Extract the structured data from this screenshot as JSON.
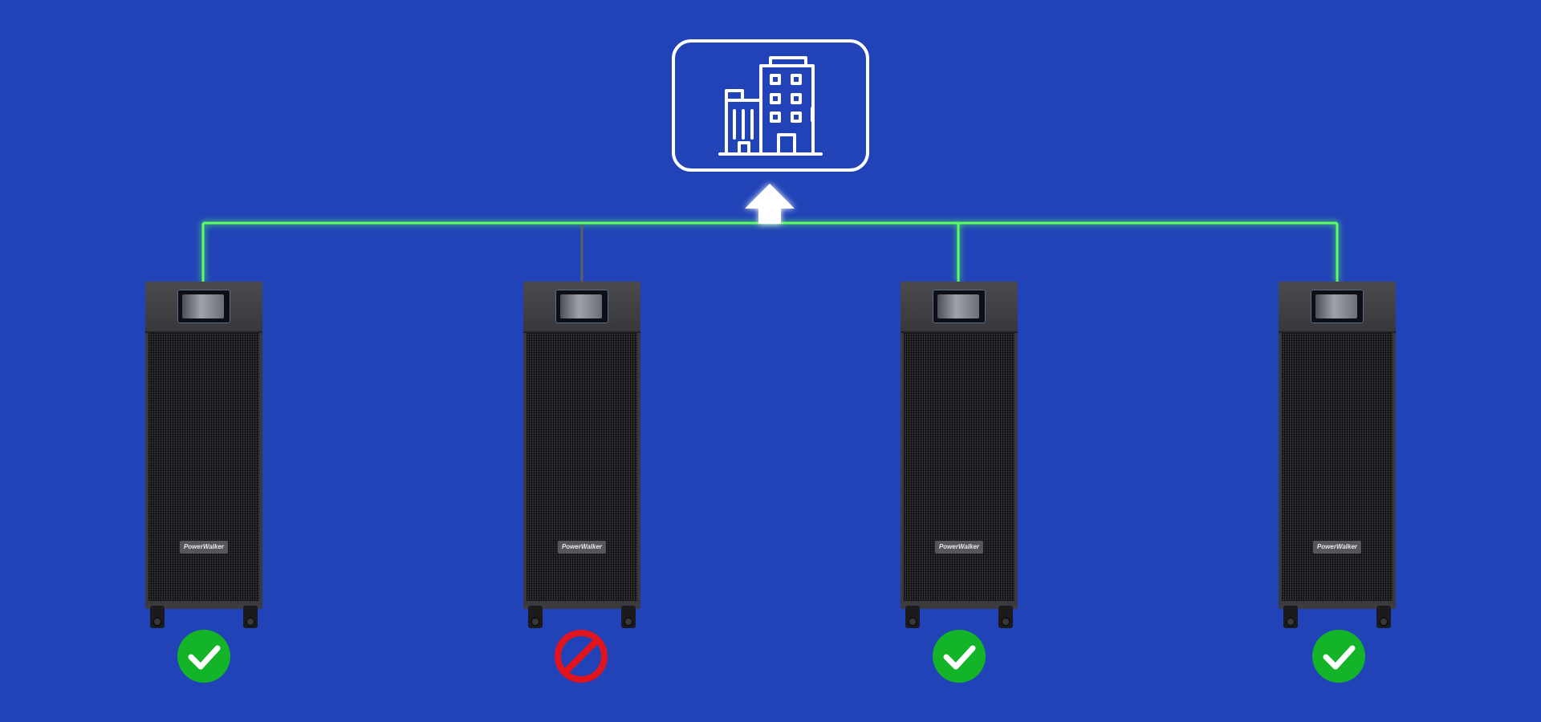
{
  "diagram": {
    "building_icon": "building-icon",
    "arrow_icon": "arrow-up-icon",
    "colors": {
      "background": "#2143b7",
      "active_line": "#5cff5c",
      "inactive_line": "#5d5f66",
      "ok": "#14b428",
      "blocked": "#e1141e",
      "card_border": "#ffffff"
    },
    "units": [
      {
        "id": "ups-1",
        "brand": "PowerWalker",
        "status": "ok",
        "status_icon": "checkmark-icon",
        "connected": true
      },
      {
        "id": "ups-2",
        "brand": "PowerWalker",
        "status": "blocked",
        "status_icon": "prohibited-icon",
        "connected": false
      },
      {
        "id": "ups-3",
        "brand": "PowerWalker",
        "status": "ok",
        "status_icon": "checkmark-icon",
        "connected": true
      },
      {
        "id": "ups-4",
        "brand": "PowerWalker",
        "status": "ok",
        "status_icon": "checkmark-icon",
        "connected": true
      }
    ]
  }
}
